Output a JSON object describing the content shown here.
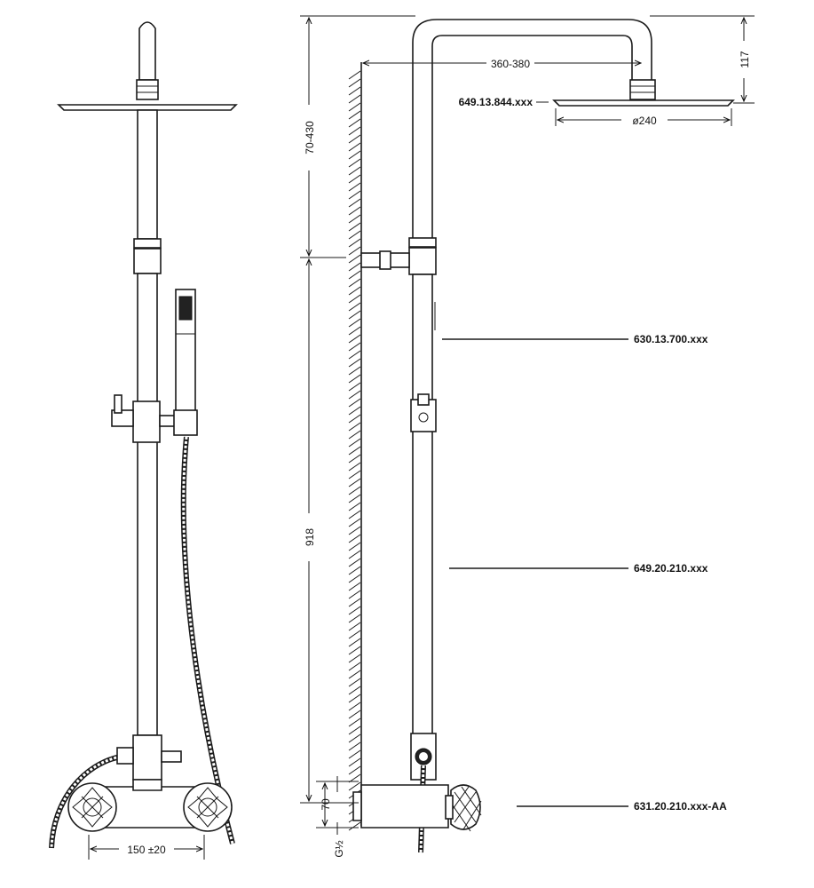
{
  "part_codes": {
    "head_shower": "649.13.844.xxx",
    "hand_shower": "630.13.700.xxx",
    "column": "649.20.210.xxx",
    "mixer": "631.20.210.xxx-AA"
  },
  "dimensions": {
    "total_top": "70-430",
    "column_height": "918",
    "arm_reach": "360-380",
    "head_height": "117",
    "head_diameter": "ø240",
    "outlet_height": "70",
    "thread": "G½",
    "inlet_spacing": "150 ±20"
  }
}
